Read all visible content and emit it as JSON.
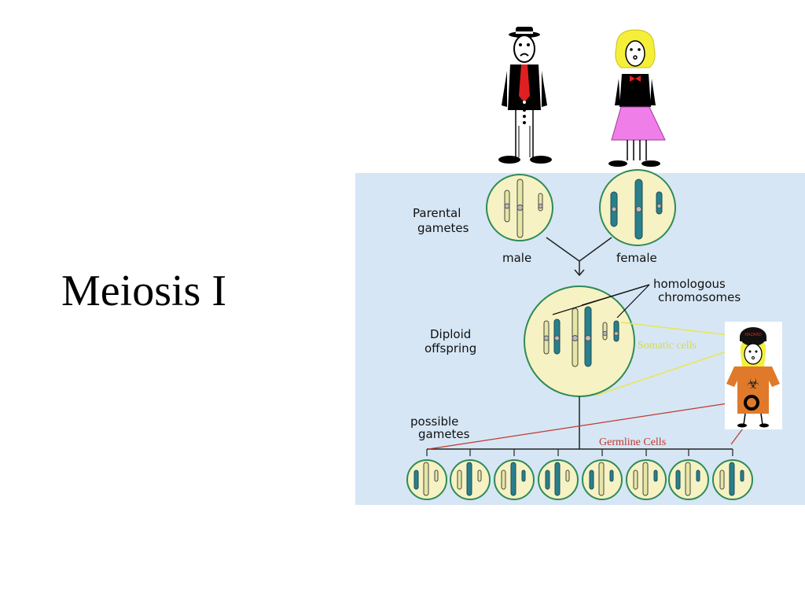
{
  "slide": {
    "title": "Meiosis I"
  },
  "labels": {
    "parental": [
      "Parental",
      "gametes"
    ],
    "male": "male",
    "female": "female",
    "homologous": [
      "homologous",
      "chromosomes"
    ],
    "diploid": [
      "Diploid",
      "offspring"
    ],
    "possible": [
      "possible",
      "gametes"
    ],
    "somatic": "Somatic cells",
    "germline": "Germline Cells",
    "shirt_cap": "HAZARD"
  },
  "colors": {
    "panel": "#d6e6f5",
    "cell": "#f6f2c3",
    "cell_stroke": "#2e8b57",
    "male_chrom": "#e6e6a6",
    "female_chrom": "#2a7f8c",
    "shirt": "#e07a2a",
    "skirt": "#f07ee8",
    "hair": "#f5ef3a"
  }
}
